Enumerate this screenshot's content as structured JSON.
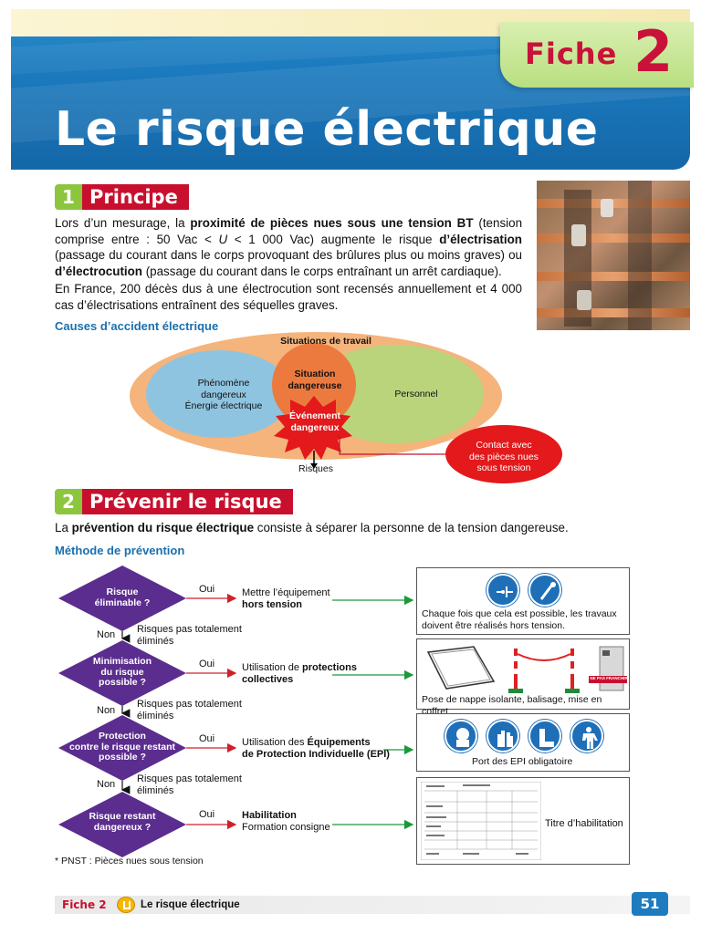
{
  "header": {
    "fiche_word": "Fiche",
    "fiche_number": "2",
    "title": "Le risque électrique"
  },
  "section1": {
    "number": "1",
    "label": "Principe",
    "para1_part1": "Lors d’un mesurage, la ",
    "para1_bold1": "proximité de pièces nues sous une tension BT",
    "para1_part2": " (tension comprise entre : 50 Vac < ",
    "para1_italic": "U",
    "para1_part3": " < 1 000 Vac) augmente le risque ",
    "para1_bold2": "d’électrisation",
    "para1_part4": " (passage du courant dans le corps provoquant des brûlures plus ou moins graves) ou ",
    "para1_bold3": "d’électrocution",
    "para1_part5": " (passage du courant dans le corps entraînant un arrêt cardiaque).",
    "para2": "En France, 200 décès dus à une électrocution sont recensés annuellement et 4 000 cas d’électrisations entraînent des séquelles graves."
  },
  "causes": {
    "subtitle": "Causes d’accident électrique",
    "situations": "Situations de travail",
    "phenomene": [
      "Phénomène",
      "dangereux",
      "Énergie électrique"
    ],
    "situation_dangereuse": [
      "Situation",
      "dangereuse"
    ],
    "personnel": "Personnel",
    "evenement": [
      "Événement",
      "dangereux"
    ],
    "risques": "Risques",
    "contact": [
      "Contact avec",
      "des pièces nues",
      "sous tension"
    ]
  },
  "section2": {
    "number": "2",
    "label": "Prévenir le risque",
    "intro_part1": "La ",
    "intro_bold": "prévention du risque électrique",
    "intro_part2": " consiste à séparer la personne de la tension dangereuse.",
    "method_title": "Méthode de prévention"
  },
  "flow": {
    "oui": "Oui",
    "non": "Non",
    "pas_totalement": [
      "Risques pas totalement",
      "éliminés"
    ],
    "steps": [
      {
        "diamond": [
          "Risque",
          "éliminable ?"
        ],
        "action_plain": "Mettre l’équipement",
        "action_bold": "hors tension",
        "caption": [
          "Chaque fois que cela est possible, les travaux",
          "doivent être réalisés hors tension."
        ]
      },
      {
        "diamond": [
          "Minimisation",
          "du risque",
          "possible ?"
        ],
        "action_plain": "Utilisation de ",
        "action_bold_1": "protections",
        "action_bold_2": "collectives",
        "caption": [
          "Pose de nappe isolante, balisage, mise en coffret"
        ],
        "sign_text": "NE PAS FRANCHIR"
      },
      {
        "diamond": [
          "Protection",
          "contre le risque restant",
          "possible ?"
        ],
        "action_plain": "Utilisation des ",
        "action_bold_1": "Équipements",
        "action_bold_2": "de Protection Individuelle (EPI)",
        "caption": [
          "Port des EPI obligatoire"
        ]
      },
      {
        "diamond": [
          "Risque restant",
          "dangereux ?"
        ],
        "action_bold": "Habilitation",
        "action_plain": "Formation consigne",
        "caption": [
          "Titre d’habilitation"
        ]
      }
    ],
    "footnote": "* PNST : Pièces nues sous tension"
  },
  "footer": {
    "fiche": "Fiche 2",
    "title": "Le risque électrique",
    "page": "51"
  },
  "colors": {
    "brand_blue": "#1c7bbf",
    "brand_red": "#c8102e",
    "brand_green": "#8cc63f",
    "diamond_purple": "#5b2d8e",
    "sign_blue": "#1f6fb8"
  }
}
